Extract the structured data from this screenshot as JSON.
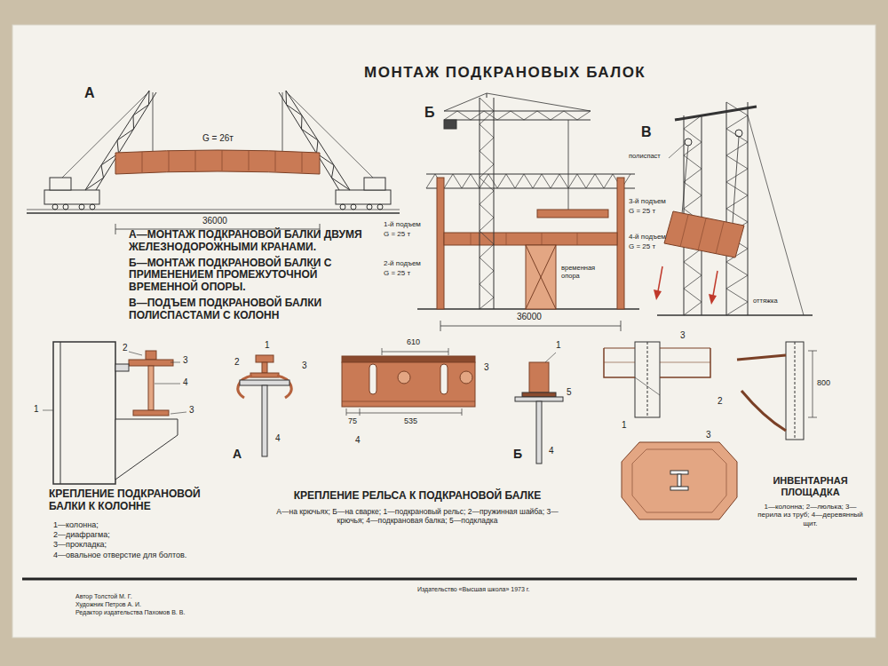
{
  "diagram": {
    "title": "МОНТАЖ ПОДКРАНОВЫХ БАЛОК",
    "labels": [
      "А",
      "G = 26т",
      "36000",
      "А—МОНТАЖ ПОДКРАНОВОЙ БАЛКИ ДВУМЯ ЖЕЛЕЗНОДОРОЖНЫМИ КРАНАМИ.",
      "Б—МОНТАЖ ПОДКРАНОВОЙ БАЛКИ С ПРИМЕНЕНИЕМ ПРОМЕЖУТОЧНОЙ ВРЕМЕННОЙ ОПОРЫ.",
      "В—ПОДЪЕМ ПОДКРАНОВОЙ БАЛКИ ПОЛИСПАСТАМИ С КОЛОНН",
      "Б",
      "1-й подъем",
      "G = 25 т",
      "2-й подъем",
      "G = 25 т",
      "3-й подъем",
      "G = 25 т",
      "4-й подъем",
      "G = 25 т",
      "временная опора",
      "36000",
      "В",
      "полиспаст",
      "оттяжка",
      "1",
      "2",
      "3",
      "4",
      "3",
      "КРЕПЛЕНИЕ ПОДКРАНОВОЙ БАЛКИ К КОЛОННЕ",
      "1—колонна;",
      "2—диафрагма;",
      "3—прокладка;",
      "4—овальное отверстие для болтов.",
      "1",
      "2",
      "3",
      "4",
      "А",
      "610",
      "75",
      "535",
      "3",
      "4",
      "1",
      "5",
      "4",
      "Б",
      "КРЕПЛЕНИЕ РЕЛЬСА К ПОДКРАНОВОЙ БАЛКЕ",
      "А—на крючьях; Б—на сварке; 1—подкрановый рельс; 2—пружинная шайба; 3—крючья; 4—подкрановая балка; 5—подкладка",
      "3",
      "2",
      "1",
      "3",
      "800",
      "ИНВЕНТАРНАЯ ПЛОЩАДКА",
      "1—колонна; 2—люлька; 3—перила из труб; 4—деревянный щит.",
      "Издательство «Высшая школа» 1973 г.",
      "Автор Толстой М. Г.",
      "Художник Петров А. И.",
      "Редактор издательства Пахомов В. В."
    ]
  }
}
